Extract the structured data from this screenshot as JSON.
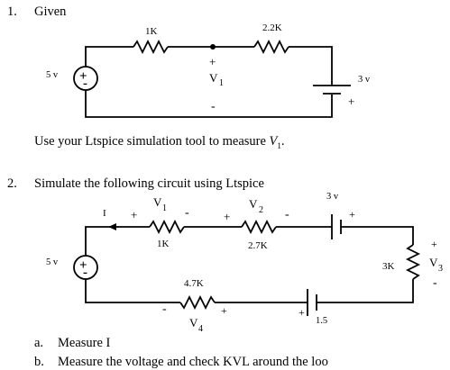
{
  "problem1": {
    "number": "1.",
    "heading": "Given",
    "r1_label": "1K",
    "r2_label": "2.2K",
    "source_left": "5 v",
    "source_right": "3 v",
    "probe_name": "V",
    "probe_sub": "1",
    "plus": "+",
    "minus": "-",
    "instruction_text": "Use your Ltspice simulation tool to measure ",
    "instruction_var": "V",
    "instruction_sub": "1",
    "instruction_end": "."
  },
  "problem2": {
    "number": "2.",
    "heading": "Simulate the following circuit using Ltspice",
    "current_label": "I",
    "r1_label": "1K",
    "v1_name": "V",
    "v1_sub": "1",
    "r2_label": "2.7K",
    "v2_name": "V",
    "v2_sub": "2",
    "src_top": "3 v",
    "src_left": "5 v",
    "r3_label": "3K",
    "v3_name": "V",
    "v3_sub": "3",
    "r4_label": "4.7K",
    "v4_name": "V",
    "v4_sub": "4",
    "src_bottom": "1.5",
    "plus": "+",
    "minus": "-"
  },
  "tasks": [
    {
      "marker": "a.",
      "text": "Measure I"
    },
    {
      "marker": "b.",
      "text": "Measure the voltage and check KVL around the loo"
    }
  ]
}
